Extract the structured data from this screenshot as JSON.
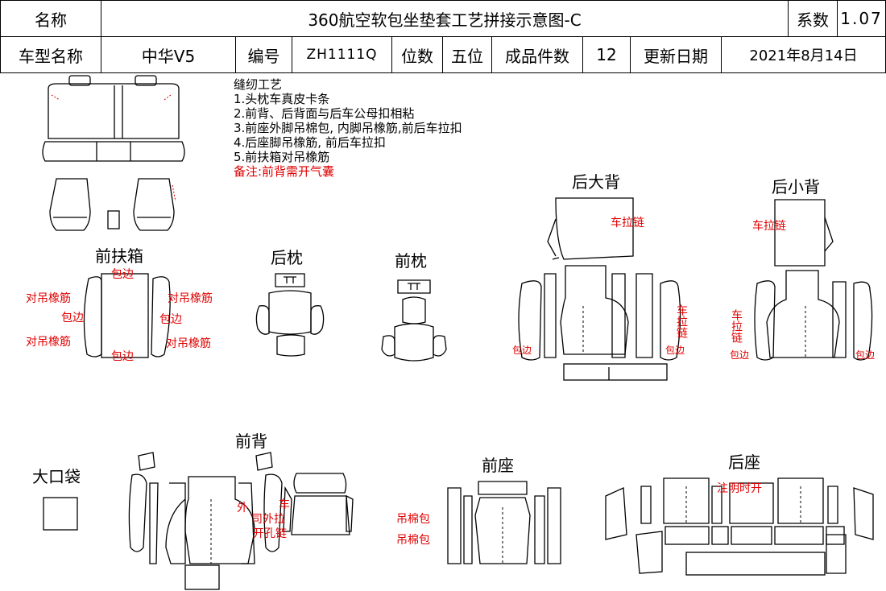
{
  "header": {
    "name_label": "名称",
    "title": "360航空软包坐垫套工艺拼接示意图-C",
    "coef_label": "系数",
    "coef_value": "1.07",
    "model_label": "车型名称",
    "model_value": "中华V5",
    "code_label": "编号",
    "code_value": "ZH1111Q",
    "seats_label": "位数",
    "seats_value": "五位",
    "pieces_label": "成品件数",
    "pieces_value": "12",
    "date_label": "更新日期",
    "date_value": "2021年8月14日"
  },
  "notes": {
    "heading": "缝纫工艺",
    "items": [
      "1.头枕车真皮卡条",
      "2.前背、后背面与后车公母扣相粘",
      "3.前座外脚吊棉包, 内脚吊橡筋,前后车拉扣",
      "4.后座脚吊橡筋, 前后车拉扣",
      "5.前扶箱对吊橡筋"
    ],
    "remark": "备注:前背需开气囊"
  },
  "sections": {
    "armrest": "前扶箱",
    "rear_headrest": "后枕",
    "front_headrest": "前枕",
    "rear_big_back": "后大背",
    "rear_small_back": "后小背",
    "front_back": "前背",
    "big_pocket": "大口袋",
    "front_seat": "前座",
    "rear_seat": "后座"
  },
  "annotations": {
    "hem": "包边",
    "elastic_pair": "对吊橡筋",
    "zipper": "车拉链",
    "zipper_vertical": "车拉链",
    "cotton_bag": "吊棉包",
    "outer_open": "外",
    "outer_open_2": "司外拉",
    "open_chain": "开孔链",
    "car": "车",
    "note_time": "注明时开"
  },
  "colors": {
    "accent_red": "#e00000",
    "line": "#000000"
  }
}
